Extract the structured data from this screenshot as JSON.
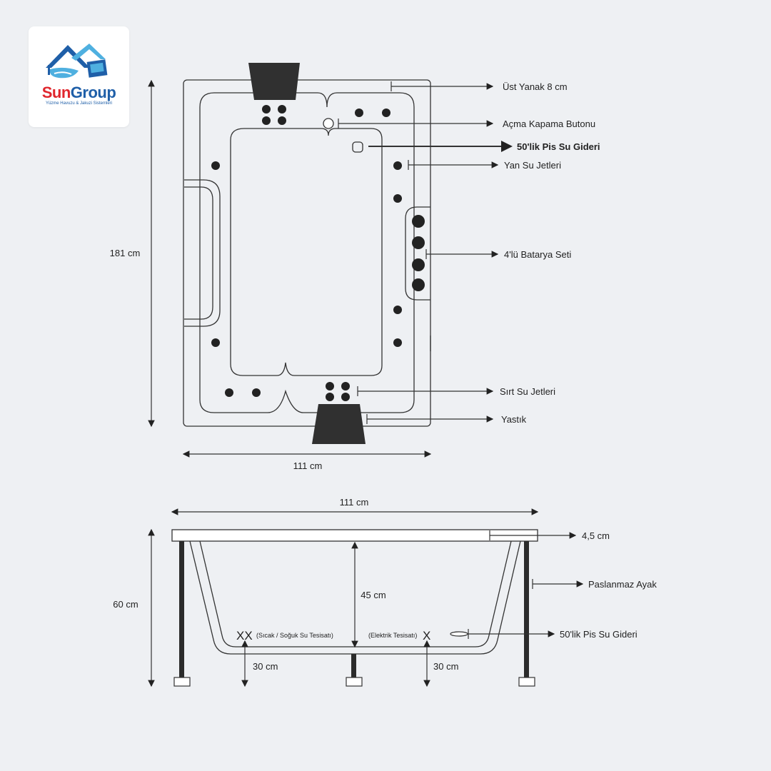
{
  "logo": {
    "brand_part1": "Sun",
    "brand_part2": "Group",
    "tagline": "Yüzme Havuzu & Jakuzi Sistemleri",
    "colors": {
      "red": "#e0262d",
      "blue": "#1f5fa8",
      "light_blue": "#4fb0e0"
    }
  },
  "top_view": {
    "height_label": "181 cm",
    "width_label": "111 cm",
    "callouts": {
      "ust_yanak": "Üst Yanak 8 cm",
      "acma_kapama": "Açma Kapama Butonu",
      "pis_su_top": "50'lik  Pis Su Gideri",
      "yan_su_jetleri": "Yan Su Jetleri",
      "batarya": "4'lü Batarya Seti",
      "sirt_su_jetleri": "Sırt Su Jetleri",
      "yastik": "Yastık"
    }
  },
  "side_view": {
    "width_label": "111 cm",
    "height_label": "60 cm",
    "inner_depth_label": "45 cm",
    "rim_label": "4,5 cm",
    "leg_label": "Paslanmaz Ayak",
    "drain_label": "50'lik Pis Su Gideri",
    "left_install_mark": "XX",
    "left_install_label": "(Sıcak / Soğuk Su Tesisatı)",
    "right_install_label": "(Elektrik Tesisatı)",
    "right_install_mark": "X",
    "left_offset_label": "30 cm",
    "right_offset_label": "30 cm"
  }
}
